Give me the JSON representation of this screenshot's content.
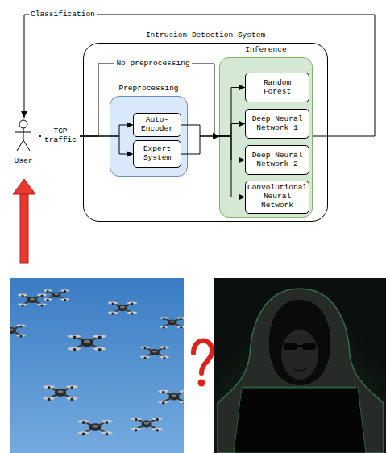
{
  "diagram": {
    "nodes": [
      {
        "text": [
          "User"
        ]
      },
      {
        "text": [
          "Intrusion Detection System"
        ]
      },
      {
        "text": [
          "Preprocessing"
        ],
        "in": 1
      },
      {
        "text": [
          "Auto-Encoder"
        ],
        "in": 2
      },
      {
        "text": [
          "Expert System"
        ],
        "in": 2
      },
      {
        "text": [
          "Inference"
        ],
        "in": 1
      },
      {
        "text": [
          "Random Forest"
        ],
        "in": 5
      },
      {
        "text": [
          "Deep Neural Network 1"
        ],
        "in": 5
      },
      {
        "text": [
          "Deep Neural Network 2"
        ],
        "in": 5
      },
      {
        "text": [
          "Convolutional Neural Network"
        ],
        "in": 5
      }
    ],
    "edges": [
      {
        "from": 0,
        "to": 3,
        "arrow": "to",
        "label": "TCP traffic"
      },
      {
        "from": 0,
        "to": 4,
        "arrow": "to"
      },
      {
        "from": 0,
        "to": 5,
        "arrow": "to",
        "label": "No preprocessing"
      },
      {
        "from": 3,
        "to": 5,
        "arrow": "to"
      },
      {
        "from": 4,
        "to": 5,
        "arrow": "to"
      },
      {
        "from": 5,
        "to": 6,
        "arrow": "to"
      },
      {
        "from": 5,
        "to": 7,
        "arrow": "to"
      },
      {
        "from": 5,
        "to": 8,
        "arrow": "to"
      },
      {
        "from": 5,
        "to": 9,
        "arrow": "to"
      },
      {
        "from": 5,
        "to": 0,
        "arrow": "to",
        "label": "Classification"
      }
    ]
  }
}
